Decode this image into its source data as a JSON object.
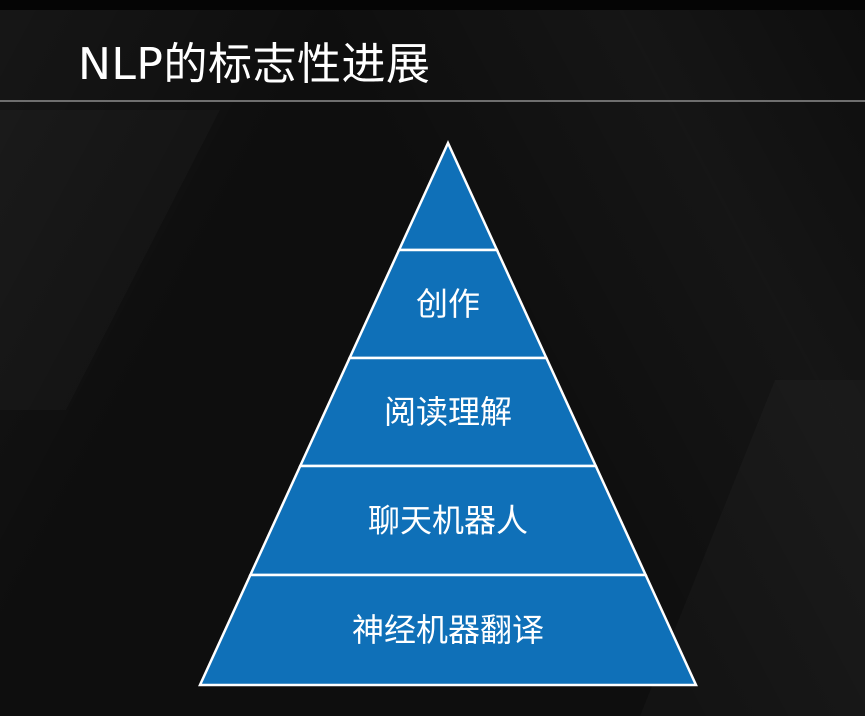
{
  "slide": {
    "title": "NLP的标志性进展"
  },
  "pyramid": {
    "fill_color": "#0f70b8",
    "stroke_color": "#ffffff",
    "tiers": [
      {
        "label": ""
      },
      {
        "label": "创作"
      },
      {
        "label": "阅读理解"
      },
      {
        "label": "聊天机器人"
      },
      {
        "label": "神经机器翻译"
      }
    ]
  }
}
